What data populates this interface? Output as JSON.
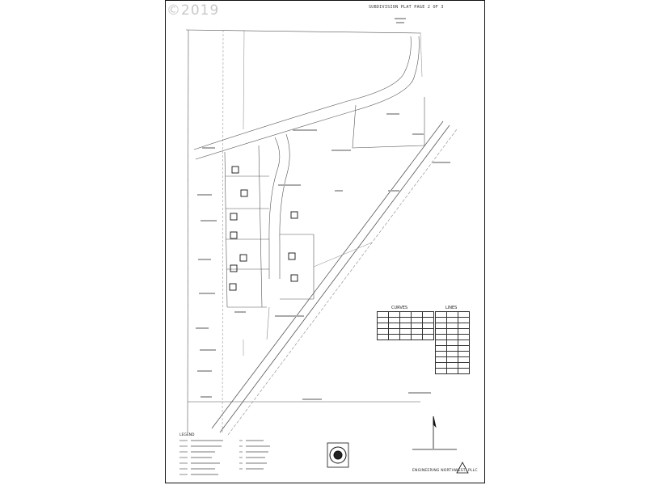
{
  "watermark": "©2019",
  "sheet_title": "SUBDIVISION PLAT    PAGE 2 OF 3",
  "tables": {
    "curves_title": "CURVES",
    "lines_title": "LINES"
  },
  "legend_title": "LEGEND",
  "firm_name": "ENGINEERING NORTHWEST, PLLC"
}
